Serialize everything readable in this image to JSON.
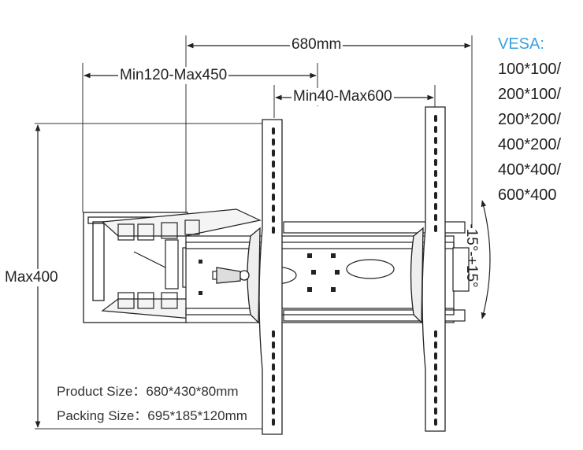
{
  "dimensions": {
    "overall_width": "680mm",
    "arm_extension": "Min120-Max450",
    "bracket_spacing": "Min40-Max600",
    "height": "Max400",
    "tilt": "-15°-+15°"
  },
  "vesa": {
    "title": "VESA:",
    "patterns": [
      "100*100/",
      "200*100/",
      "200*200/",
      "400*200/",
      "400*400/",
      "600*400"
    ]
  },
  "specs": {
    "product_size": "Product Size：680*430*80mm",
    "packing_size": "Packing Size：695*185*120mm"
  },
  "colors": {
    "line": "#222222",
    "vesa_title": "#3aa0e0",
    "background": "#ffffff"
  }
}
